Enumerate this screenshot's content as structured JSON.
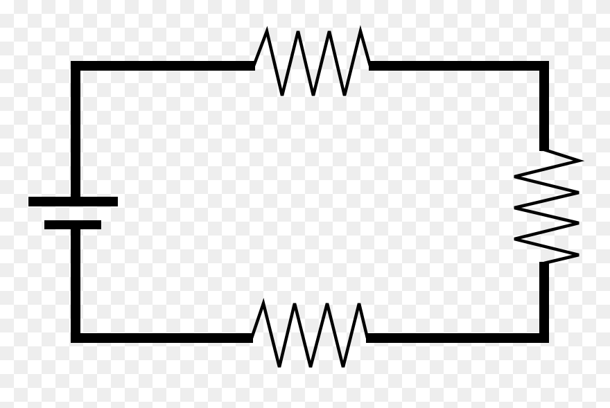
{
  "diagram": {
    "type": "series circuit",
    "background": "transparent-checkerboard",
    "colors": {
      "wire": "#000000",
      "checker_light": "#ffffff",
      "checker_dark": "#eeeeee"
    },
    "components": [
      {
        "id": "battery",
        "kind": "battery"
      },
      {
        "id": "resistor-top",
        "kind": "resistor"
      },
      {
        "id": "resistor-right",
        "kind": "resistor"
      },
      {
        "id": "resistor-bottom",
        "kind": "resistor"
      }
    ]
  }
}
